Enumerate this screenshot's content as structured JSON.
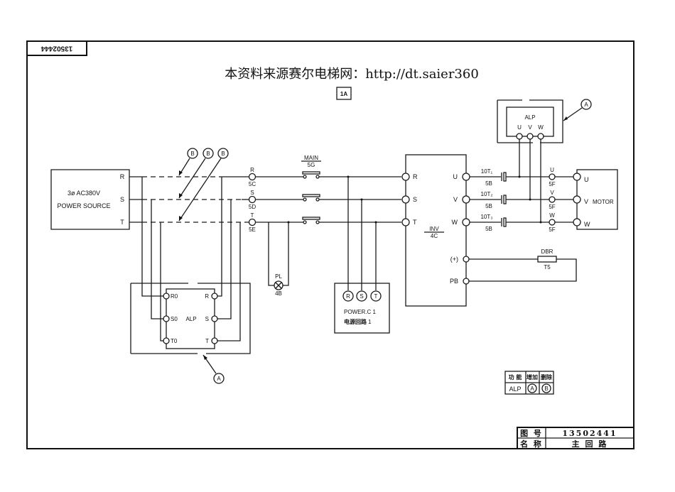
{
  "document": {
    "drawing_number_rotated": "13502444",
    "watermark": "本资料来源赛尔电梯网：http://dt.saier360",
    "sheet_tag": "1A"
  },
  "power_source": {
    "title_line1": "3ø AC380V",
    "title_line2": "POWER SOURCE",
    "terminals": [
      "R",
      "S",
      "T"
    ]
  },
  "option_markers": {
    "a": "A",
    "b": "B"
  },
  "input_terminals": [
    {
      "name": "R",
      "ref": "5C"
    },
    {
      "name": "S",
      "ref": "5D"
    },
    {
      "name": "T",
      "ref": "5E"
    }
  ],
  "main_contactor": {
    "name": "MAIN",
    "ref": "5G"
  },
  "pilot_lamp": {
    "name": "PL",
    "ref": "4B"
  },
  "power_c": {
    "terminals": [
      "R",
      "S",
      "T"
    ],
    "label1": "POWER.C  1",
    "label2": "电源回路",
    "label2_num": "1"
  },
  "inverter": {
    "name": "INV",
    "ref": "4C",
    "inputs": [
      "R",
      "S",
      "T"
    ],
    "outputs": [
      "U",
      "V",
      "W"
    ],
    "plus_label": "(+)",
    "pb_label": "PB"
  },
  "overload_relays": [
    {
      "name": "10T₁",
      "ref": "5B"
    },
    {
      "name": "10T₂",
      "ref": "5B"
    },
    {
      "name": "10T₃",
      "ref": "5B"
    }
  ],
  "motor_terminals": [
    {
      "name": "U",
      "ref": "5F"
    },
    {
      "name": "V",
      "ref": "5F"
    },
    {
      "name": "W",
      "ref": "5F"
    }
  ],
  "motor": {
    "name": "MOTOR",
    "terminals": [
      "U",
      "V",
      "W"
    ]
  },
  "alp_top": {
    "name": "ALP",
    "terminals": [
      "U",
      "V",
      "W"
    ]
  },
  "alp_bottom": {
    "name": "ALP",
    "left_terminals": [
      "R0",
      "S0",
      "T0"
    ],
    "right_terminals": [
      "R",
      "S",
      "T"
    ]
  },
  "dbr": {
    "name": "DBR",
    "ref": "T5"
  },
  "legend": {
    "headers": [
      "功 能",
      "增加",
      "删除"
    ],
    "row": [
      "ALP",
      "A",
      "B"
    ]
  },
  "title_block": {
    "rows": [
      {
        "label": "图 号",
        "value": "13502441"
      },
      {
        "label": "名 称",
        "value": "主 回 路"
      }
    ]
  }
}
